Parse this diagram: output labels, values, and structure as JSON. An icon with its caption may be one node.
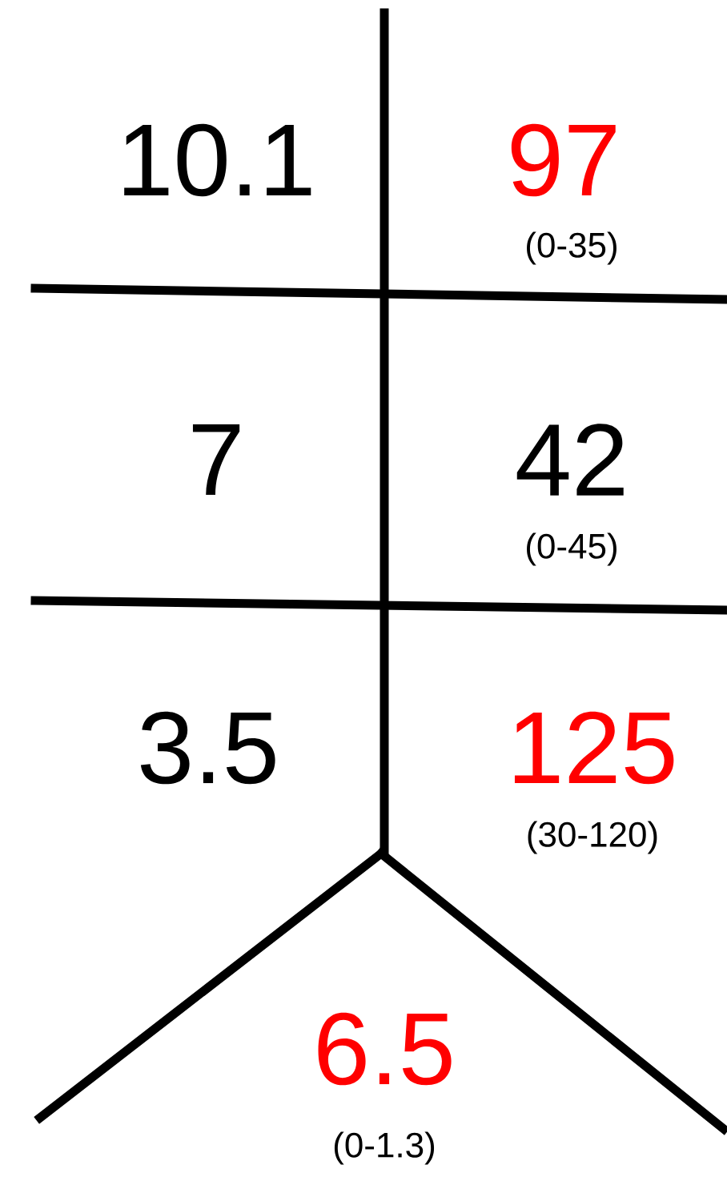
{
  "diagram": {
    "labels": [
      "10.1",
      "97",
      "(0-35)",
      "7",
      "42",
      "(0-45)",
      "3.5",
      "125",
      "(30-120)",
      "6.5",
      "(0-1.3)"
    ]
  }
}
